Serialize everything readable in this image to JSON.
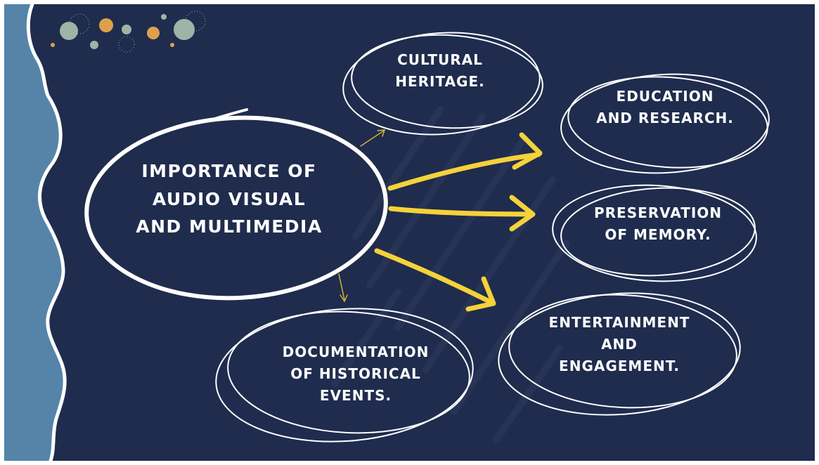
{
  "center": {
    "lines": [
      "IMPORTANCE OF",
      "AUDIO VISUAL",
      "AND MULTIMEDIA"
    ]
  },
  "nodes": {
    "cultural": {
      "lines": [
        "CULTURAL",
        "HERITAGE."
      ]
    },
    "education": {
      "lines": [
        "EDUCATION",
        "AND RESEARCH."
      ]
    },
    "preservation": {
      "lines": [
        "PRESERVATION",
        "OF MEMORY."
      ]
    },
    "entertainment": {
      "lines": [
        "ENTERTAINMENT",
        "AND",
        "ENGAGEMENT."
      ]
    },
    "documentation": {
      "lines": [
        "DOCUMENTATION",
        "OF HISTORICAL",
        "EVENTS."
      ]
    }
  },
  "colors": {
    "background": "#1f2c4d",
    "side_panel": "#5584a8",
    "ink": "#ffffff",
    "arrow_main": "#f5d23a",
    "arrow_thin": "#d4b23a",
    "dot_sage": "#9eb4a6",
    "dot_orange": "#dfa04e"
  }
}
